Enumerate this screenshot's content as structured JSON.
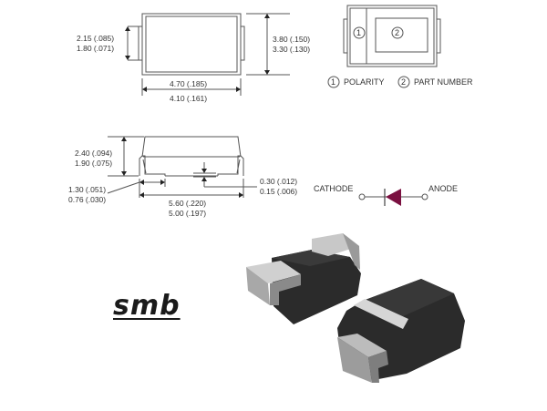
{
  "top_view": {
    "width_dims": [
      "4.70 (.185)",
      "4.10 (.161)"
    ],
    "height_dims": [
      "3.80 (.150)",
      "3.30 (.130)"
    ],
    "tab_dims": [
      "2.15 (.085)",
      "1.80 (.071)"
    ]
  },
  "marking_view": {
    "marker_1": "1",
    "marker_2": "2",
    "legend": [
      {
        "num": "1",
        "label": "POLARITY"
      },
      {
        "num": "2",
        "label": "PART NUMBER"
      }
    ]
  },
  "side_view": {
    "height_dims": [
      "2.40 (.094)",
      "1.90 (.075)"
    ],
    "lead_dims": [
      "1.30 (.051)",
      "0.76 (.030)"
    ],
    "length_dims": [
      "5.60 (.220)",
      "5.00 (.197)"
    ],
    "thickness_dims": [
      "0.30 (.012)",
      "0.15 (.006)"
    ]
  },
  "symbol": {
    "cathode_label": "CATHODE",
    "anode_label": "ANODE",
    "diode_color": "#7a1040"
  },
  "package_label": "smb",
  "colors": {
    "line": "#555555",
    "body": "#2e2e2e",
    "lead": "#b8b8b8",
    "stripe": "#d8d8d8"
  }
}
